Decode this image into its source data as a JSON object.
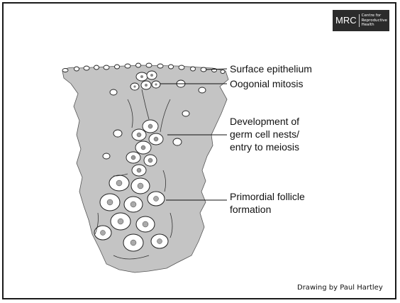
{
  "logo": {
    "main": "MRC",
    "sub_line1": "Centre for",
    "sub_line2": "Reproductive",
    "sub_line3": "Health"
  },
  "labels": {
    "surface_epithelium": "Surface epithelium",
    "oogonial_mitosis": "Oogonial mitosis",
    "nests_line1": "Development of",
    "nests_line2": "germ cell nests/",
    "nests_line3": "entry to meiosis",
    "primordial_line1": "Primordial follicle",
    "primordial_line2": "formation"
  },
  "credit": "Drawing by Paul Hartley",
  "colors": {
    "tissue": "#c4c4c4",
    "cell_fill": "#ffffff",
    "outline": "#222222",
    "border": "#1a1a1a"
  }
}
